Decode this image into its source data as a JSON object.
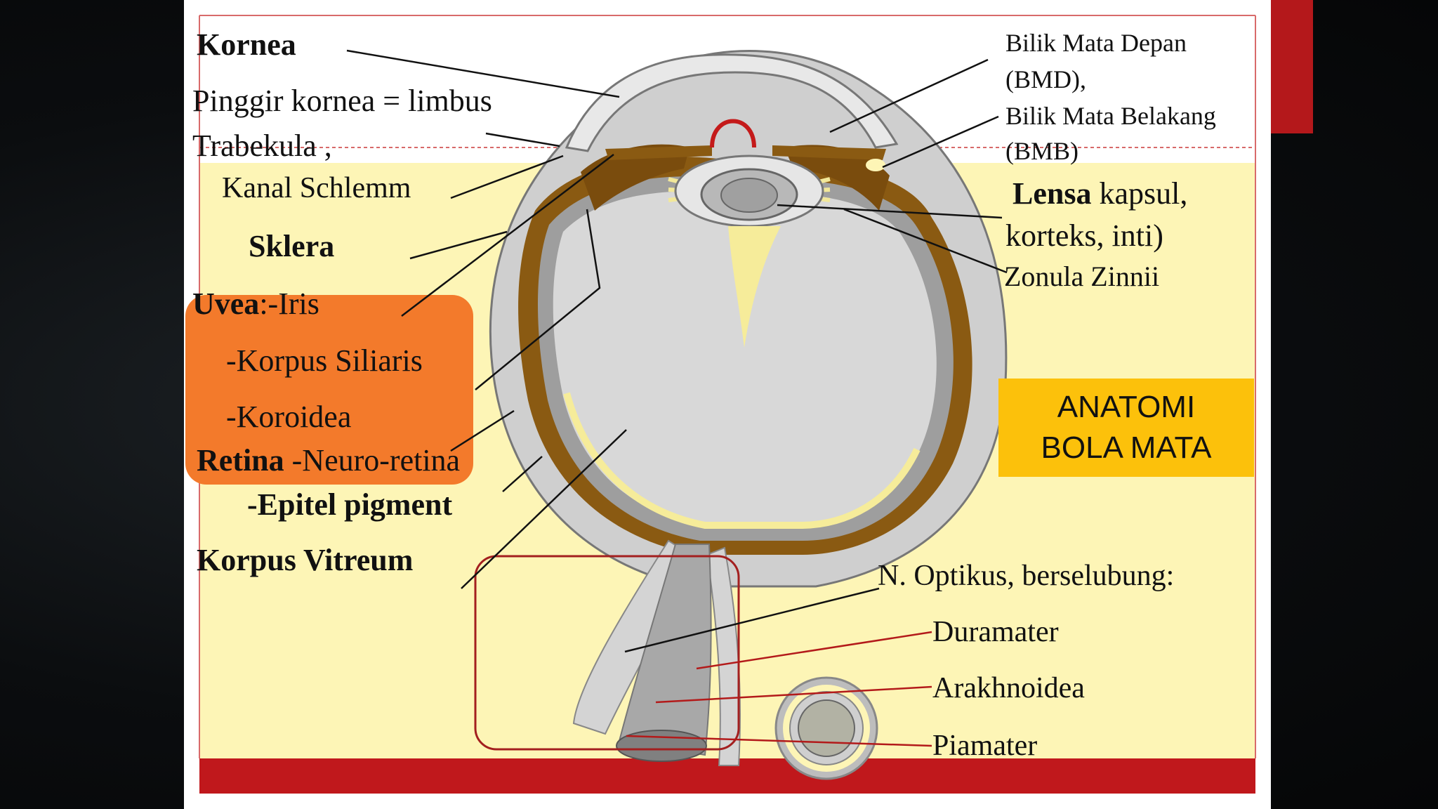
{
  "colors": {
    "background": "#0b0d0f",
    "slide": "#ffffff",
    "panel_yellow": "#fdf5b6",
    "uvea_box": "#f37a2b",
    "title_box": "#fcc10b",
    "accent_red": "#b4181b",
    "sclera": "#c9c9c9",
    "choroid": "#8a5a12",
    "vitreous": "#d8d8d8"
  },
  "labels": {
    "kornea": "Kornea",
    "limbus": "Pinggir kornea =  limbus",
    "trabekula": "Trabekula ,",
    "kanal": "Kanal Schlemm",
    "sklera": "Sklera",
    "uvea_bold": "Uvea",
    "uvea_rest": ":-Iris",
    "korpus_siliaris": "-Korpus Siliaris",
    "koroidea": "-Koroidea",
    "retina_bold": "Retina",
    "retina_rest": " -Neuro-retina",
    "epitel": "-Epitel pigment",
    "vitreum": "Korpus Vitreum",
    "bmd_1": "Bilik Mata Depan",
    "bmd_2": "(BMD),",
    "bmb_1": "Bilik Mata Belakang",
    "bmb_2": "(BMB)",
    "lensa_bold": "Lensa",
    "lensa_rest": "  kapsul,",
    "lensa_2": "korteks, inti)",
    "zonula": "Zonula Zinnii",
    "optikus": "N. Optikus, berselubung:",
    "duramater": "Duramater",
    "arakhnoidea": "Arakhnoidea",
    "piamater": "Piamater"
  },
  "title_box": {
    "line1": "ANATOMI",
    "line2": "BOLA MATA"
  }
}
